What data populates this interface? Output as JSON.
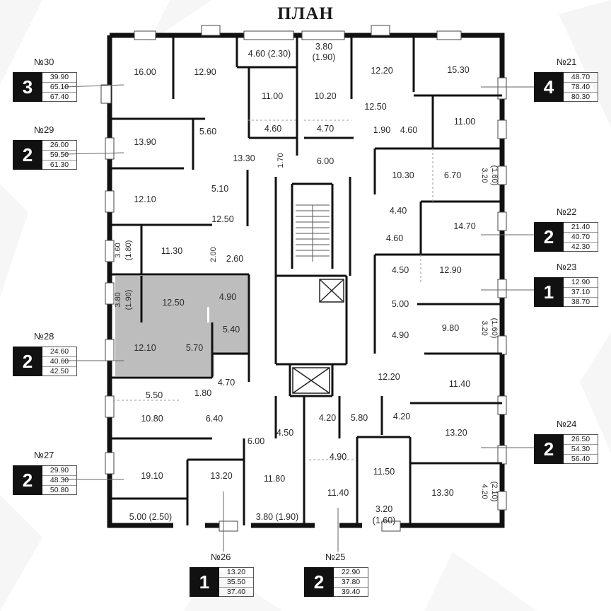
{
  "title": "ПЛАН",
  "apartments": [
    {
      "id": "30",
      "number": "№30",
      "rooms": "3",
      "areas": [
        "39.90",
        "65.10",
        "67.40"
      ]
    },
    {
      "id": "29",
      "number": "№29",
      "rooms": "2",
      "areas": [
        "26.00",
        "59.50",
        "61.30"
      ]
    },
    {
      "id": "28",
      "number": "№28",
      "rooms": "2",
      "areas": [
        "24.60",
        "40.60",
        "42.50"
      ]
    },
    {
      "id": "27",
      "number": "№27",
      "rooms": "2",
      "areas": [
        "29.90",
        "48.30",
        "50.80"
      ]
    },
    {
      "id": "26",
      "number": "№26",
      "rooms": "1",
      "areas": [
        "13.20",
        "35.50",
        "37.40"
      ]
    },
    {
      "id": "25",
      "number": "№25",
      "rooms": "2",
      "areas": [
        "22.90",
        "37.80",
        "39.40"
      ]
    },
    {
      "id": "24",
      "number": "№24",
      "rooms": "2",
      "areas": [
        "26.50",
        "54.30",
        "56.40"
      ]
    },
    {
      "id": "23",
      "number": "№23",
      "rooms": "1",
      "areas": [
        "12.90",
        "37.10",
        "38.70"
      ]
    },
    {
      "id": "22",
      "number": "№22",
      "rooms": "2",
      "areas": [
        "21.40",
        "40.70",
        "42.30"
      ]
    },
    {
      "id": "21",
      "number": "№21",
      "rooms": "4",
      "areas": [
        "48.70",
        "78.40",
        "80.30"
      ]
    }
  ],
  "room_labels": [
    "16.00",
    "12.90",
    "4.60 (2.30)",
    "3.80",
    "(1.90)",
    "12.20",
    "15.30",
    "11.00",
    "10.20",
    "12.50",
    "4.60",
    "4.70",
    "1.90",
    "4.60",
    "11.00",
    "13.90",
    "5.60",
    "13.30",
    "1.70",
    "6.00",
    "10.30",
    "6.70",
    "3.20",
    "(1.60)",
    "12.10",
    "5.10",
    "12.50",
    "4.40",
    "14.70",
    "3.60",
    "(1.80)",
    "11.30",
    "2.00",
    "2.60",
    "4.60",
    "4.50",
    "12.90",
    "3.80",
    "(1.90)",
    "12.50",
    "4.90",
    "5.00",
    "9.80",
    "3.20",
    "(1.60)",
    "5.40",
    "4.90",
    "12.10",
    "5.70",
    "12.20",
    "11.40",
    "5.50",
    "1.80",
    "4.70",
    "4.20",
    "5.80",
    "4.20",
    "10.80",
    "6.40",
    "4.50",
    "13.20",
    "6.00",
    "4.90",
    "19.10",
    "13.20",
    "11.80",
    "11.50",
    "11.40",
    "13.30",
    "4.20",
    "(2.10)",
    "5.00 (2.50)",
    "3.80 (1.90)",
    "3.20",
    "(1.60)"
  ],
  "highlight_color": "#bdbdbd"
}
